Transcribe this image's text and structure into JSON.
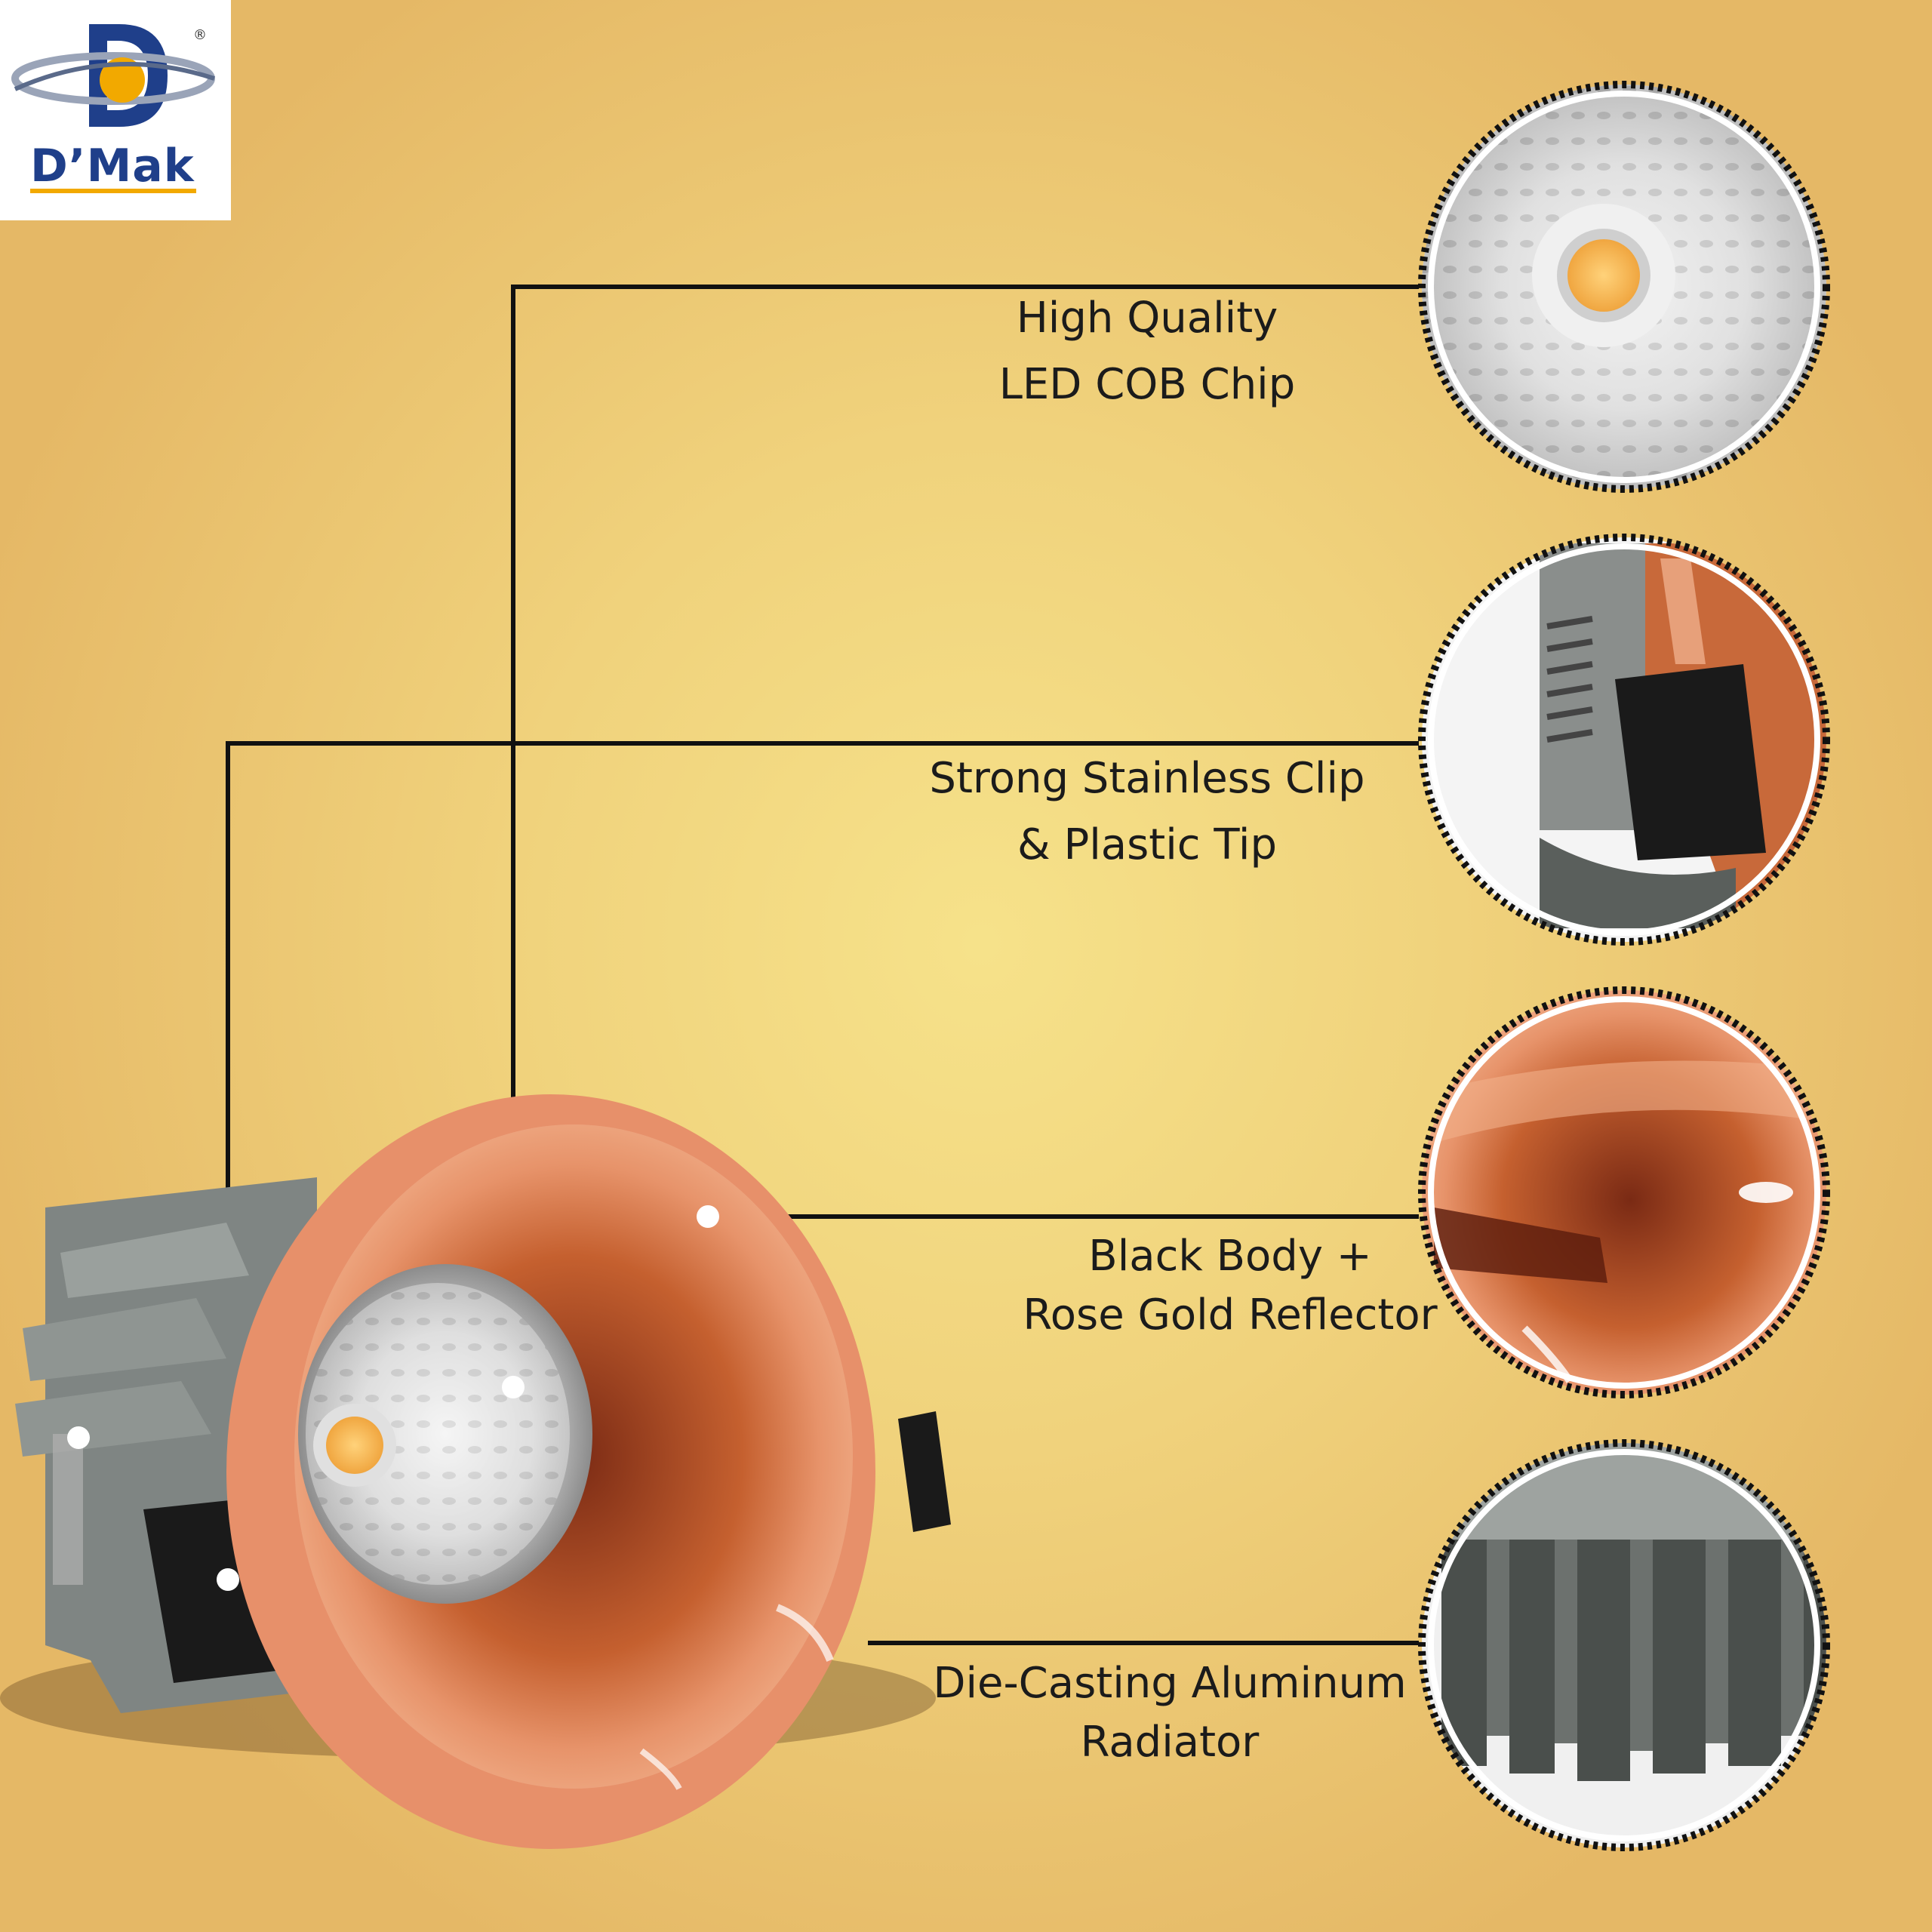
{
  "brand": {
    "name": "D’Mak",
    "registered_mark": "®",
    "colors": {
      "primary": "#1f3f8a",
      "accent": "#f2a900"
    }
  },
  "background": {
    "colors": [
      "#f6e28a",
      "#e5b866"
    ]
  },
  "callouts": [
    {
      "line1": "High Quality",
      "line2": "LED COB Chip",
      "image": "cob-chip-closeup"
    },
    {
      "line1": "Strong Stainless Clip",
      "line2": "& Plastic Tip",
      "image": "clip-closeup"
    },
    {
      "line1": "Black Body +",
      "line2": "Rose Gold Reflector",
      "image": "reflector-closeup"
    },
    {
      "line1": "Die-Casting Aluminum",
      "line2": "Radiator",
      "image": "radiator-closeup"
    }
  ],
  "product": {
    "reflector_color": "#c7683a",
    "body_color": "#8a8a8a"
  }
}
